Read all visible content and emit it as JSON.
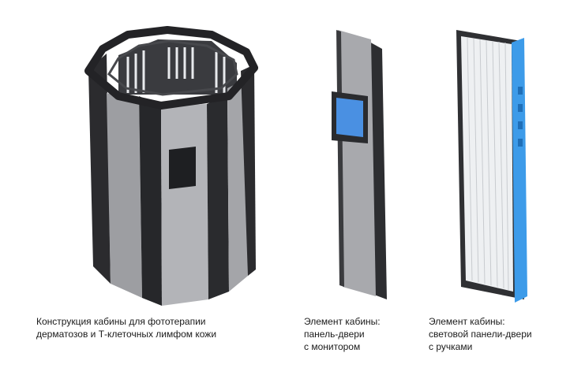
{
  "captions": {
    "cabin": {
      "line1": "Конструкция кабины для фототерапии",
      "line2": "дерматозов и Т-клеточных лимфом кожи"
    },
    "monitor_panel": {
      "line1": "Элемент кабины:",
      "line2": "панель-двери",
      "line3": "с монитором"
    },
    "light_panel": {
      "line1": "Элемент кабины:",
      "line2": "световой панели-двери",
      "line3": "с ручками"
    }
  },
  "colors": {
    "frame_dark": "#2b2b2e",
    "panel_gray": "#a7a8ac",
    "panel_light": "#c9cacd",
    "accent_blue": "#3d9be9",
    "monitor_blue": "#4a90e2",
    "lamp_white": "#eef0f2"
  }
}
